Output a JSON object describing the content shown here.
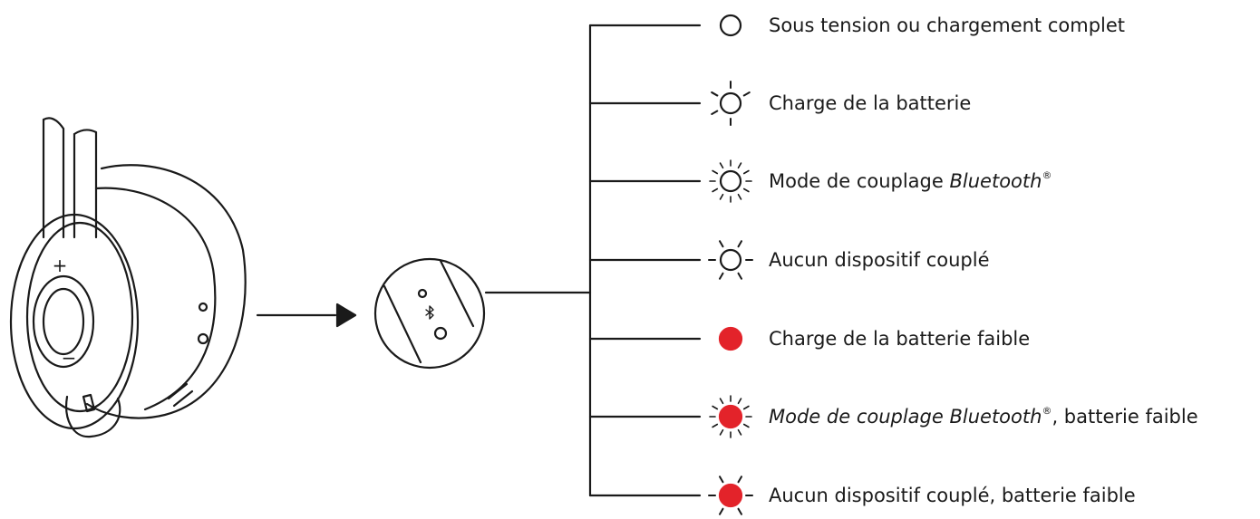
{
  "diagram": {
    "indicator_states": [
      {
        "icon": "ring-steady-icon",
        "color": "#ffffff",
        "parts": [
          {
            "text": "Sous tension ou chargement complet",
            "style": "normal"
          }
        ]
      },
      {
        "icon": "ring-slow-blink-icon",
        "color": "#ffffff",
        "parts": [
          {
            "text": "Charge de la batterie",
            "style": "normal"
          }
        ]
      },
      {
        "icon": "ring-fast-blink-icon",
        "color": "#ffffff",
        "parts": [
          {
            "text": "Mode de couplage ",
            "style": "normal"
          },
          {
            "text": "Bluetooth",
            "style": "italic"
          },
          {
            "text": "®",
            "style": "sup"
          }
        ]
      },
      {
        "icon": "ring-pulse-icon",
        "color": "#ffffff",
        "parts": [
          {
            "text": "Aucun dispositif couplé",
            "style": "normal"
          }
        ]
      },
      {
        "icon": "red-dot-steady-icon",
        "color": "#e3232a",
        "parts": [
          {
            "text": "Charge de la batterie faible",
            "style": "normal"
          }
        ]
      },
      {
        "icon": "red-dot-fast-blink-icon",
        "color": "#e3232a",
        "parts": [
          {
            "text": "Mode de couplage Bluetooth",
            "style": "italic"
          },
          {
            "text": "®",
            "style": "sup"
          },
          {
            "text": ", batterie faible",
            "style": "normal"
          }
        ]
      },
      {
        "icon": "red-dot-pulse-icon",
        "color": "#e3232a",
        "parts": [
          {
            "text": "Aucun dispositif couplé, batterie faible",
            "style": "normal"
          }
        ]
      }
    ],
    "headset_controls": {
      "plus": "+",
      "minus": "−"
    }
  }
}
